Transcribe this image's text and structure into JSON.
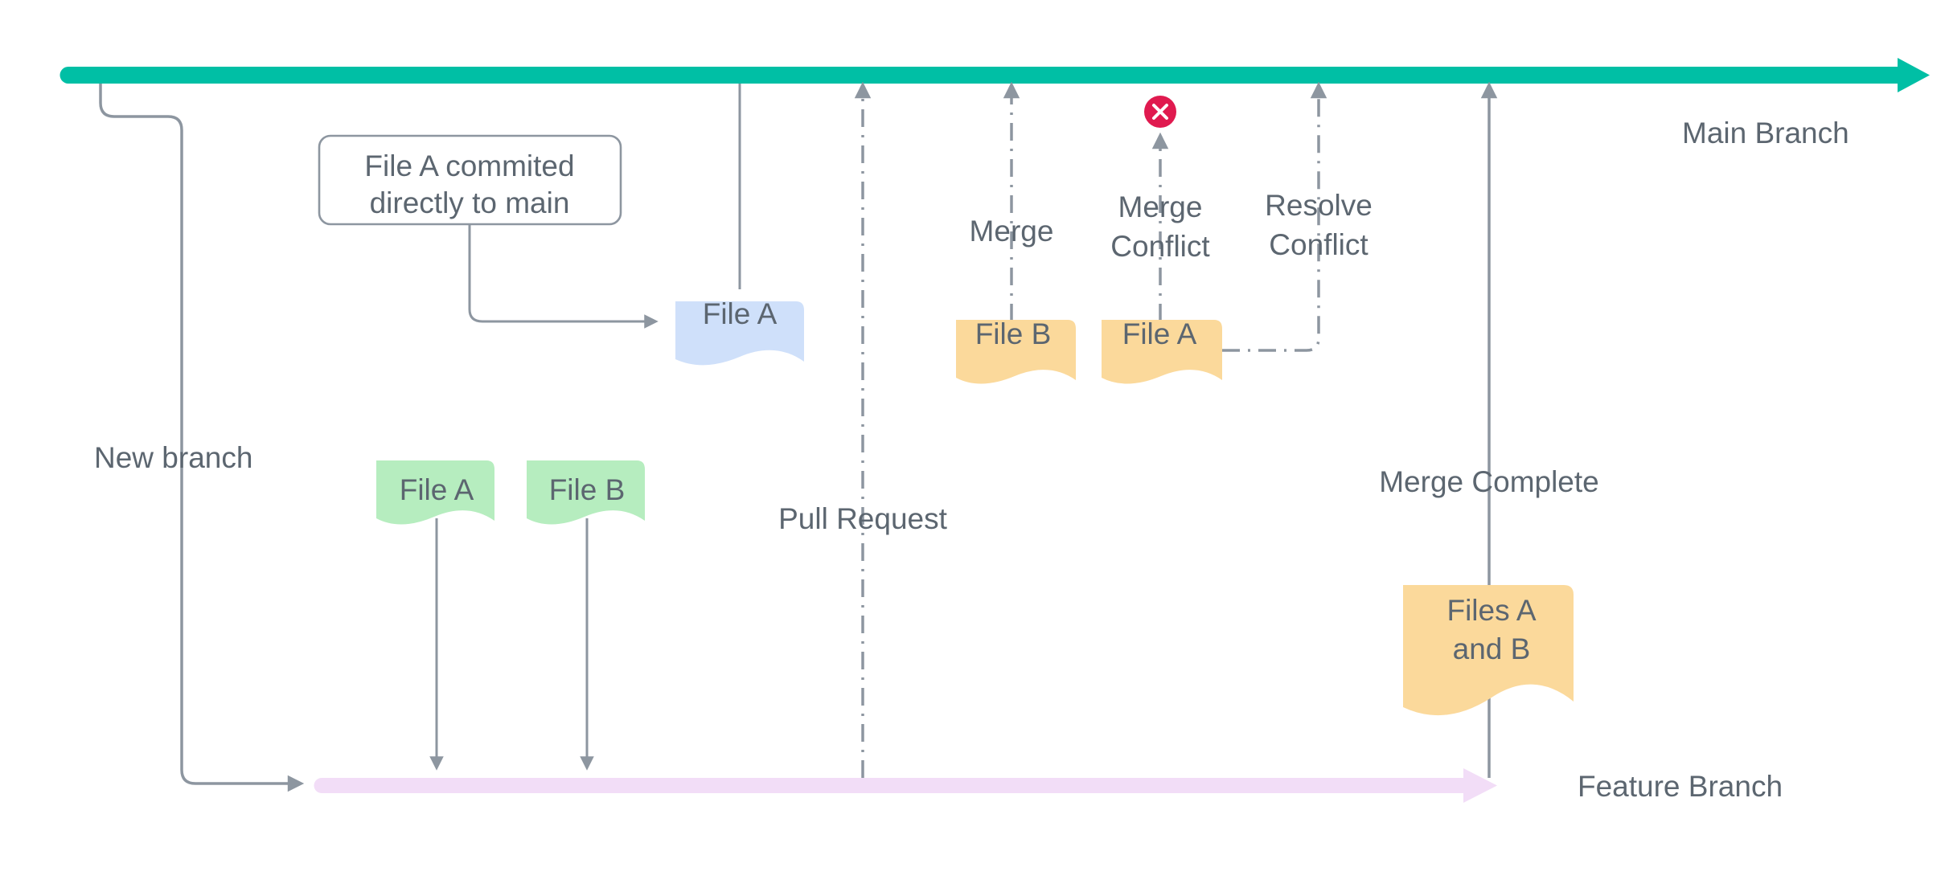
{
  "diagram": {
    "title_hidden": "",
    "background": "#ffffff",
    "colors": {
      "main_branch": "#00bfa5",
      "feature_branch": "#f2ddf7",
      "connector": "#8d96a0",
      "text": "#5c6670",
      "tag_blue": "#cfe0fa",
      "tag_green": "#b6edbf",
      "tag_orange": "#fbd99b",
      "conflict_red": "#e01a4f"
    }
  },
  "branches": {
    "main": {
      "label": "Main Branch",
      "color": "#00bfa5"
    },
    "feature": {
      "label": "Feature Branch",
      "color": "#f2ddf7"
    }
  },
  "labels": {
    "new_branch": "New branch",
    "pull_request": "Pull Request",
    "merge": "Merge",
    "merge_conflict_line1": "Merge",
    "merge_conflict_line2": "Conflict",
    "resolve_conflict_line1": "Resolve",
    "resolve_conflict_line2": "Conflict",
    "merge_complete": "Merge Complete"
  },
  "note_box": {
    "line1": "File A commited",
    "line2": "directly to main"
  },
  "commits": [
    {
      "id": "main-file-a",
      "label": "File A",
      "color": "#cfe0fa",
      "lane": "main"
    },
    {
      "id": "feature-file-a",
      "label": "File A",
      "color": "#b6edbf",
      "lane": "feature"
    },
    {
      "id": "feature-file-b",
      "label": "File B",
      "color": "#b6edbf",
      "lane": "feature"
    },
    {
      "id": "merge-file-b",
      "label": "File B",
      "color": "#fbd99b",
      "lane": "merge"
    },
    {
      "id": "conflict-file-a",
      "label": "File A",
      "color": "#fbd99b",
      "lane": "merge"
    },
    {
      "id": "merged-files",
      "label_line1": "Files A",
      "label_line2": "and B",
      "color": "#fbd99b",
      "lane": "merge"
    }
  ],
  "markers": {
    "conflict_icon": "x-circle-icon"
  }
}
